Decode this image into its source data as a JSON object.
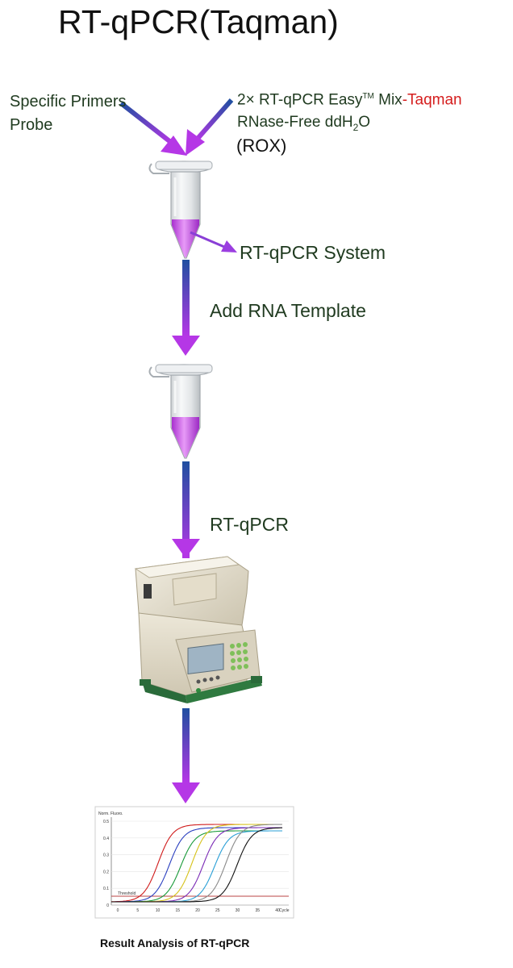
{
  "title": "RT-qPCR(Taqman)",
  "inputs_left": {
    "line1": "Specific Primers",
    "line2": "Probe"
  },
  "inputs_right": {
    "mix_prefix": "2× RT-qPCR Easy",
    "mix_tm": "TM",
    "mix_middle": " Mix",
    "mix_taqman": "-Taqman",
    "water_prefix": "RNase-Free ddH",
    "water_sub": "2",
    "water_suffix": "O",
    "rox": "(ROX)"
  },
  "system_label": "RT-qPCR System",
  "step_add": "Add RNA Template",
  "step_run": "RT-qPCR",
  "result_caption": "Result Analysis of RT-qPCR",
  "colors": {
    "arrow_top": "#1f4fa0",
    "arrow_bottom": "#b537e6",
    "liquid": "#c23ee0",
    "highlight": "#d51e1e"
  },
  "icons": [
    "microcentrifuge-tube-icon",
    "thermal-cycler-icon",
    "amplification-plot-icon"
  ],
  "plot": {
    "y_title": "Norm. Fluoro.",
    "x_title": "Cycle",
    "threshold_label": "Threshold",
    "y_ticks": [
      "0.5",
      "0.4",
      "0.3",
      "0.2",
      "0.1",
      "0"
    ],
    "x_ticks": [
      "0",
      "5",
      "10",
      "15",
      "20",
      "25",
      "30",
      "35",
      "40"
    ]
  }
}
